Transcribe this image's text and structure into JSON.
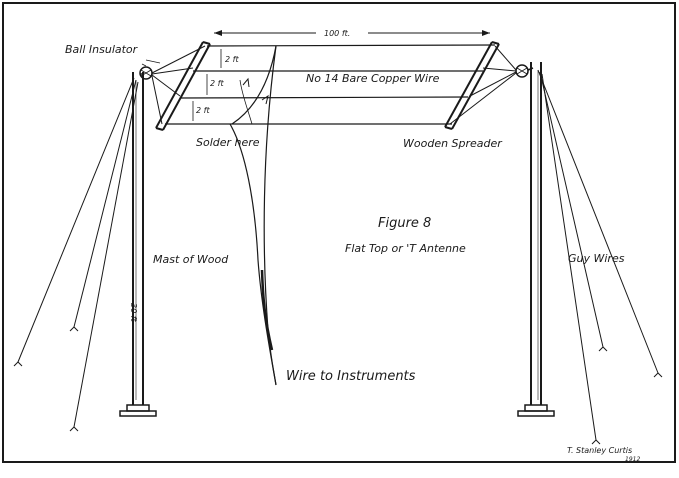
{
  "figure": {
    "title": "Figure 8",
    "subtitle": "Flat Top or 'T Antenne"
  },
  "labels": {
    "ball_insulator": "Ball Insulator",
    "span_length": "100 ft.",
    "spacing_1": "2 ft",
    "spacing_2": "2 ft",
    "spacing_3": "2 ft",
    "wire": "No 14 Bare Copper Wire",
    "solder": "Solder here",
    "wooden_spreader": "Wooden Spreader",
    "mast": "Mast of Wood",
    "mast_height": "30 ft",
    "guy_wires": "Guy Wires",
    "instruments": "Wire to Instruments",
    "signature": "T. Stanley Curtis",
    "signature_year": "1912"
  },
  "colors": {
    "ink": "#1a1a1a",
    "paper": "#ffffff"
  }
}
